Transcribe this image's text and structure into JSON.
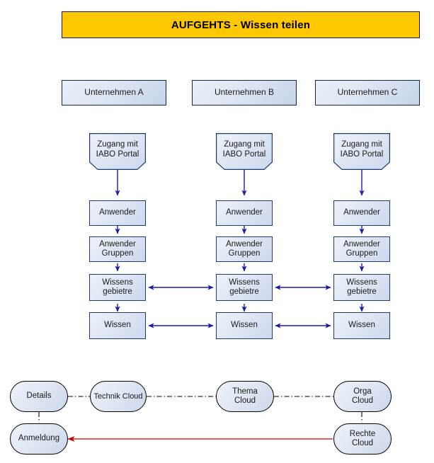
{
  "title": {
    "text": "AUFGEHTS - Wissen teilen",
    "background": "#fdc800",
    "border": "#1a1a1a"
  },
  "colors": {
    "banner_yellow": "#fdc800",
    "node_border_blue": "#1f3a6e",
    "arrow_blue": "#1a1aa8",
    "arrow_red": "#cc0000",
    "connector_black": "#000000",
    "node_fill_light": "#eef2f9",
    "node_fill_dark": "#ccd8ee",
    "background": "#ffffff"
  },
  "companies": [
    {
      "label": "Unternehmen A"
    },
    {
      "label": "Unternehmen B"
    },
    {
      "label": "Unternehmen C"
    }
  ],
  "columns": [
    {
      "company": "Unternehmen A",
      "nodes": [
        {
          "label": "Zugang mit\nIABO Portal",
          "line1": "Zugang mit",
          "line2": "IABO Portal",
          "shape": "pentagon"
        },
        {
          "label": "Anwender",
          "line1": "Anwender",
          "line2": "",
          "shape": "rect"
        },
        {
          "label": "Anwender Gruppen",
          "line1": "Anwender",
          "line2": "Gruppen",
          "shape": "rect"
        },
        {
          "label": "Wissens gebietre",
          "line1": "Wissens",
          "line2": "gebietre",
          "shape": "rect"
        },
        {
          "label": "Wissen",
          "line1": "Wissen",
          "line2": "",
          "shape": "rect"
        }
      ]
    },
    {
      "company": "Unternehmen B",
      "nodes": [
        {
          "label": "Zugang mit\nIABO Portal",
          "line1": "Zugang mit",
          "line2": "IABO Portal",
          "shape": "pentagon"
        },
        {
          "label": "Anwender",
          "line1": "Anwender",
          "line2": "",
          "shape": "rect"
        },
        {
          "label": "Anwender Gruppen",
          "line1": "Anwender",
          "line2": "Gruppen",
          "shape": "rect"
        },
        {
          "label": "Wissens gebietre",
          "line1": "Wissens",
          "line2": "gebietre",
          "shape": "rect"
        },
        {
          "label": "Wissen",
          "line1": "Wissen",
          "line2": "",
          "shape": "rect"
        }
      ]
    },
    {
      "company": "Unternehmen C",
      "nodes": [
        {
          "label": "Zugang mit\nIABO Portal",
          "line1": "Zugang mit",
          "line2": "IABO Portal",
          "shape": "pentagon"
        },
        {
          "label": "Anwender",
          "line1": "Anwender",
          "line2": "",
          "shape": "rect"
        },
        {
          "label": "Anwender Gruppen",
          "line1": "Anwender",
          "line2": "Gruppen",
          "shape": "rect"
        },
        {
          "label": "Wissens gebietre",
          "line1": "Wissens",
          "line2": "gebietre",
          "shape": "rect"
        },
        {
          "label": "Wissen",
          "line1": "Wissen",
          "line2": "",
          "shape": "rect"
        }
      ]
    }
  ],
  "clouds": {
    "row_top": [
      {
        "line1": "Details",
        "line2": ""
      },
      {
        "line1": "Technik Cloud",
        "line2": ""
      },
      {
        "line1": "Thema",
        "line2": "Cloud"
      },
      {
        "line1": "Orga",
        "line2": "Cloud"
      }
    ],
    "row_bottom": [
      {
        "line1": "Anmeldung",
        "line2": ""
      },
      {
        "line1": "Rechte",
        "line2": "Cloud"
      }
    ]
  },
  "connections": {
    "horizontal_shared": [
      {
        "from": "Wissens gebietre (A)",
        "to": "Wissens gebietre (B)",
        "style": "double-arrow",
        "color": "#1a1aa8"
      },
      {
        "from": "Wissens gebietre (B)",
        "to": "Wissens gebietre (C)",
        "style": "double-arrow",
        "color": "#1a1aa8"
      },
      {
        "from": "Wissen (A)",
        "to": "Wissen (B)",
        "style": "double-arrow",
        "color": "#1a1aa8"
      },
      {
        "from": "Wissen (B)",
        "to": "Wissen (C)",
        "style": "double-arrow",
        "color": "#1a1aa8"
      }
    ],
    "cloud_links": [
      {
        "from": "Details",
        "to": "Technik Cloud",
        "style": "dash-dot"
      },
      {
        "from": "Technik Cloud",
        "to": "Thema Cloud",
        "style": "dash-dot"
      },
      {
        "from": "Thema Cloud",
        "to": "Orga Cloud",
        "style": "dash-dot"
      },
      {
        "from": "Details",
        "to": "Anmeldung",
        "style": "dash-dot-vertical"
      },
      {
        "from": "Orga Cloud",
        "to": "Rechte Cloud",
        "style": "dash-dot-vertical"
      },
      {
        "from": "Rechte Cloud",
        "to": "Anmeldung",
        "style": "arrow",
        "color": "#cc0000"
      }
    ]
  }
}
